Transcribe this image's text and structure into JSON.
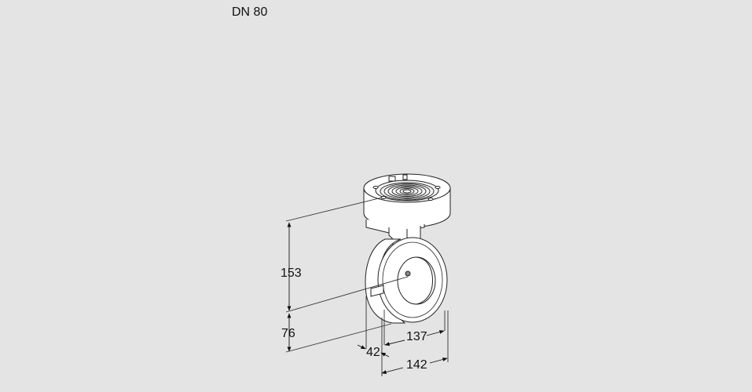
{
  "drawing": {
    "title": "DN 80",
    "subject": "butterfly valve with actuator, isometric view",
    "background_color": "#e4e4e4",
    "line_color": "#222222",
    "dimensions": {
      "height_total_upper": "153",
      "height_lower": "76",
      "depth_offset": "42",
      "width_inner": "137",
      "width_outer": "142"
    }
  }
}
